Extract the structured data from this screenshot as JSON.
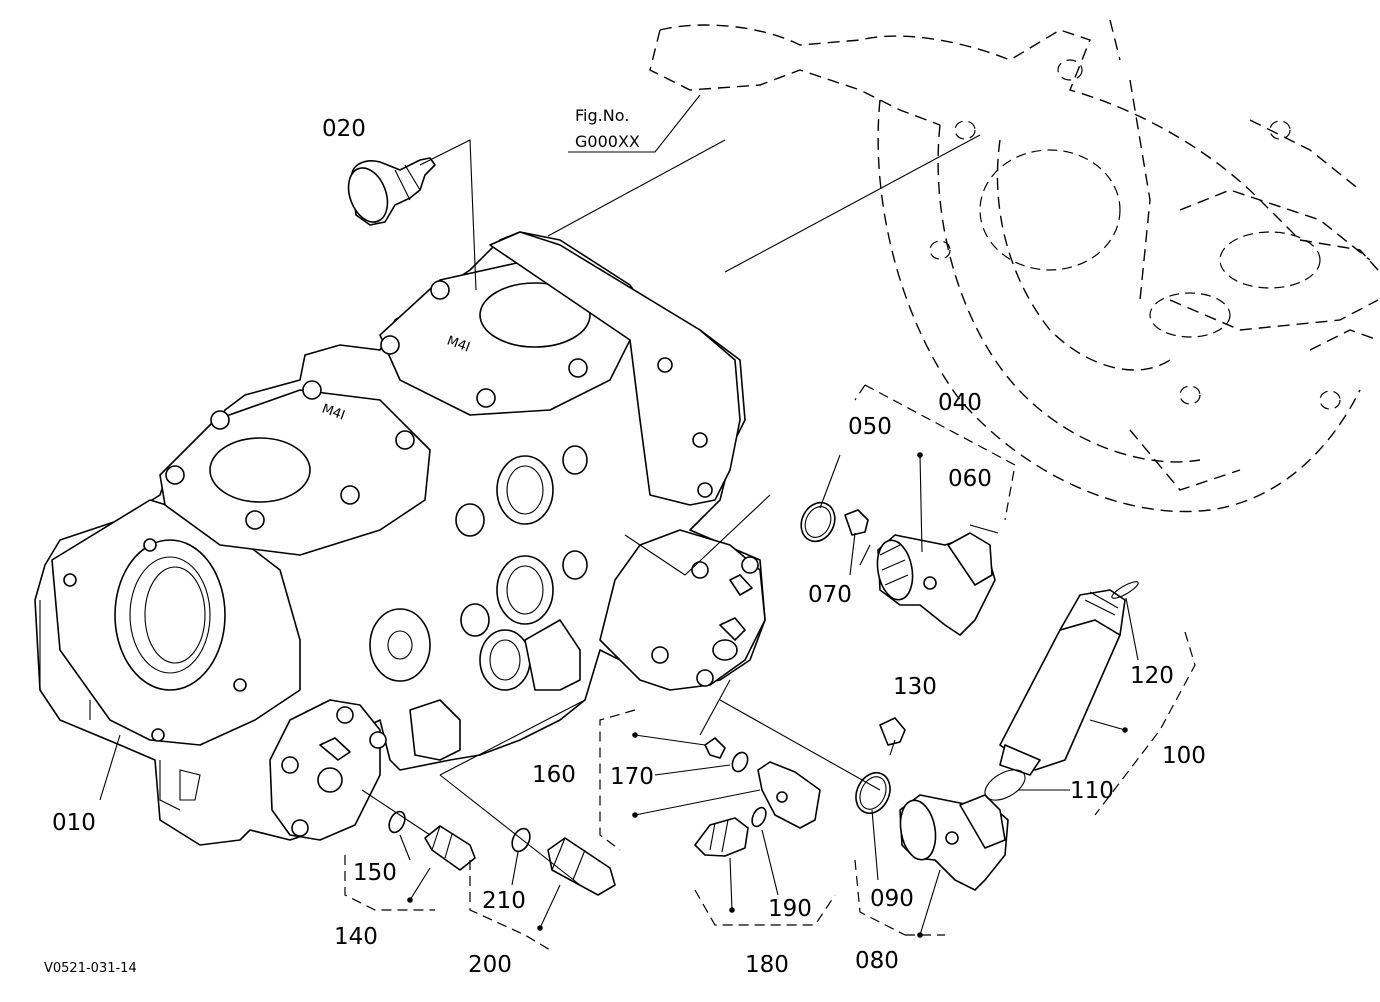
{
  "figure": {
    "fig_no_label": "Fig.No.",
    "fig_no_value": "G000XX",
    "drawing_code": "V0521-031-14"
  },
  "callouts": [
    {
      "id": "020",
      "text": "020"
    },
    {
      "id": "010",
      "text": "010"
    },
    {
      "id": "040",
      "text": "040"
    },
    {
      "id": "050",
      "text": "050"
    },
    {
      "id": "060",
      "text": "060"
    },
    {
      "id": "070",
      "text": "070"
    },
    {
      "id": "080",
      "text": "080"
    },
    {
      "id": "090",
      "text": "090"
    },
    {
      "id": "100",
      "text": "100"
    },
    {
      "id": "110",
      "text": "110"
    },
    {
      "id": "120",
      "text": "120"
    },
    {
      "id": "130",
      "text": "130"
    },
    {
      "id": "140",
      "text": "140"
    },
    {
      "id": "150",
      "text": "150"
    },
    {
      "id": "160",
      "text": "160"
    },
    {
      "id": "170",
      "text": "170"
    },
    {
      "id": "180",
      "text": "180"
    },
    {
      "id": "190",
      "text": "190"
    },
    {
      "id": "200",
      "text": "200"
    },
    {
      "id": "210",
      "text": "210"
    }
  ],
  "embossed_marks": {
    "cover_mark": "M4I"
  }
}
